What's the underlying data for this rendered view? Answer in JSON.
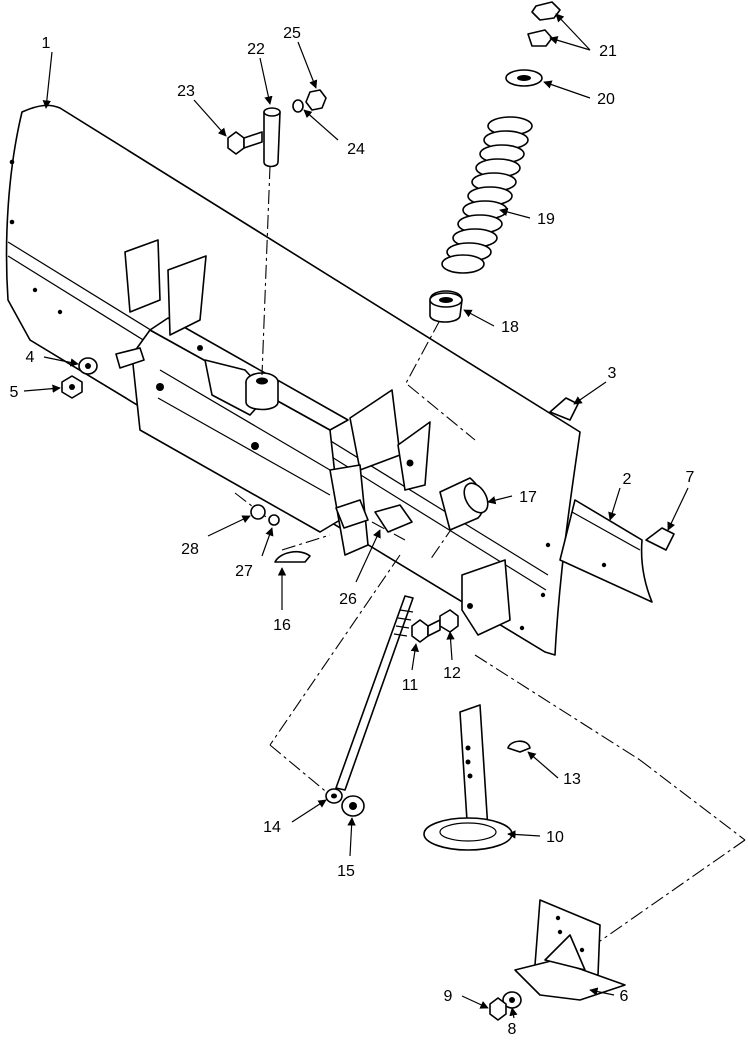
{
  "callouts": [
    {
      "id": "1",
      "label": "1"
    },
    {
      "id": "2",
      "label": "2"
    },
    {
      "id": "3",
      "label": "3"
    },
    {
      "id": "4",
      "label": "4"
    },
    {
      "id": "5",
      "label": "5"
    },
    {
      "id": "6",
      "label": "6"
    },
    {
      "id": "7",
      "label": "7"
    },
    {
      "id": "8",
      "label": "8"
    },
    {
      "id": "9",
      "label": "9"
    },
    {
      "id": "10",
      "label": "10"
    },
    {
      "id": "11",
      "label": "11"
    },
    {
      "id": "12",
      "label": "12"
    },
    {
      "id": "13",
      "label": "13"
    },
    {
      "id": "14",
      "label": "14"
    },
    {
      "id": "15",
      "label": "15"
    },
    {
      "id": "16",
      "label": "16"
    },
    {
      "id": "17",
      "label": "17"
    },
    {
      "id": "18",
      "label": "18"
    },
    {
      "id": "19",
      "label": "19"
    },
    {
      "id": "20",
      "label": "20"
    },
    {
      "id": "21",
      "label": "21"
    },
    {
      "id": "22",
      "label": "22"
    },
    {
      "id": "23",
      "label": "23"
    },
    {
      "id": "24",
      "label": "24"
    },
    {
      "id": "25",
      "label": "25"
    },
    {
      "id": "26",
      "label": "26"
    },
    {
      "id": "27",
      "label": "27"
    },
    {
      "id": "28",
      "label": "28"
    }
  ]
}
